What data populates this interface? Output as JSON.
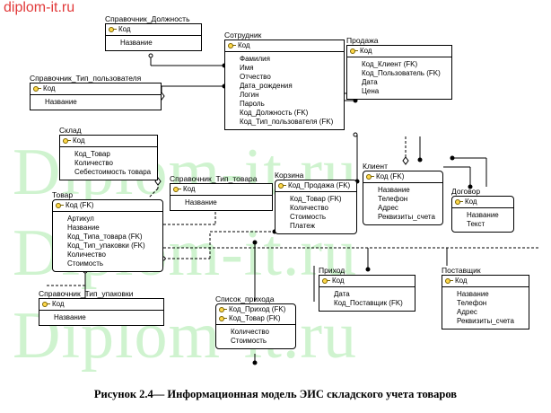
{
  "watermark": {
    "top": "diplom-it.ru",
    "big": "Diplom-it.ru"
  },
  "entities": {
    "sprav_dolzhnost": {
      "name": "Справочник_Должность",
      "pk": [
        "Код"
      ],
      "attrs": [
        "Название"
      ]
    },
    "sotrudnik": {
      "name": "Сотрудник",
      "pk": [
        "Код"
      ],
      "attrs": [
        "Фамилия",
        "Имя",
        "Отчество",
        "Дата_рождения",
        "Логин",
        "Пароль",
        "Код_Должность (FK)",
        "Код_Тип_пользователя (FK)"
      ]
    },
    "prodazha": {
      "name": "Продажа",
      "pk": [
        "Код"
      ],
      "attrs": [
        "Код_Клиент (FK)",
        "Код_Пользователь (FK)",
        "Дата",
        "Цена"
      ]
    },
    "sprav_tip_polz": {
      "name": "Справочник_Тип_пользователя",
      "pk": [
        "Код"
      ],
      "attrs": [
        "Название"
      ]
    },
    "sklad": {
      "name": "Склад",
      "pk": [
        "Код"
      ],
      "attrs": [
        "Код_Товар",
        "Количество",
        "Себестоимость товара"
      ]
    },
    "sprav_tip_tovara": {
      "name": "Справочник_Тип_товара",
      "pk": [
        "Код"
      ],
      "attrs": [
        "Название"
      ]
    },
    "korzina": {
      "name": "Корзина",
      "pk": [
        "Код_Продажа (FK)"
      ],
      "attrs": [
        "Код_Товар (FK)",
        "Количество",
        "Стоимость",
        "Платеж"
      ]
    },
    "klient": {
      "name": "Клиент",
      "pk": [
        "Код (FK)"
      ],
      "attrs": [
        "Название",
        "Телефон",
        "Адрес",
        "Реквизиты_счета"
      ]
    },
    "dogovor": {
      "name": "Договор",
      "pk": [
        "Код"
      ],
      "attrs": [
        "Название",
        "Текст"
      ]
    },
    "tovar": {
      "name": "Товар",
      "pk": [
        "Код (FK)"
      ],
      "attrs": [
        "Артикул",
        "Название",
        "Код_Типа_товара (FK)",
        "Код_Тип_упаковки (FK)",
        "Количество",
        "Стоимость"
      ]
    },
    "prihod": {
      "name": "Приход",
      "pk": [
        "Код"
      ],
      "attrs": [
        "Дата",
        "Код_Поставщик (FK)"
      ]
    },
    "postavshik": {
      "name": "Поставщик",
      "pk": [
        "Код"
      ],
      "attrs": [
        "Название",
        "Телефон",
        "Адрес",
        "Реквизиты_счета"
      ]
    },
    "sprav_tip_upakovki": {
      "name": "Справочник_Тип_упаковки",
      "pk": [
        "Код"
      ],
      "attrs": [
        "Название"
      ]
    },
    "spisok_prihoda": {
      "name": "Список_прихода",
      "pk": [
        "Код_Приход (FK)",
        "Код_Товар (FK)"
      ],
      "attrs": [
        "Количество",
        "Стоимость"
      ]
    }
  },
  "caption": "Рисунок 2.4— Информационная модель ЭИС складского учета товаров"
}
